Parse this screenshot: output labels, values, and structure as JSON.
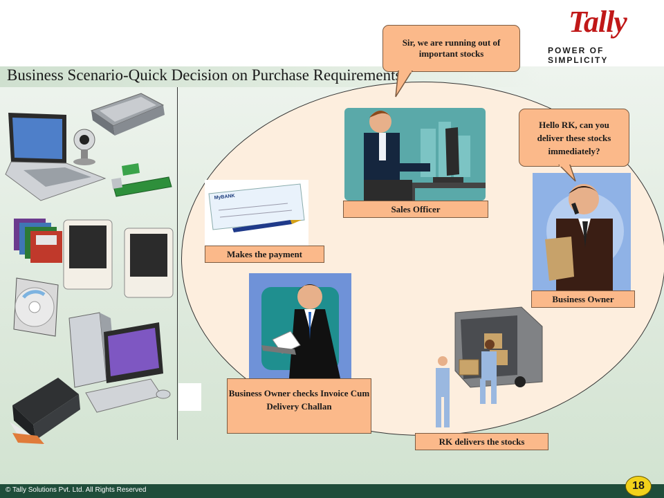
{
  "page": {
    "title": "Business Scenario-Quick Decision on Purchase Requirements",
    "page_number": "18"
  },
  "brand": {
    "logo_text": "Tally",
    "tagline": "POWER OF SIMPLICITY",
    "accent_color": "#c01818"
  },
  "footer": {
    "copyright": "© Tally Solutions Pvt. Ltd. All Rights Reserved"
  },
  "bubbles": {
    "sales_officer": "Sir, we are running out of important stocks",
    "business_owner": "Hello RK, can you deliver these stocks immediately?"
  },
  "labels": {
    "sales_officer": "Sales Officer",
    "business_owner": "Business Owner",
    "payment": "Makes the payment",
    "invoice_check": "Business Owner checks Invoice Cum Delivery Challan",
    "delivery": "RK delivers the stocks"
  },
  "cheque": {
    "bank_name": "MyBANK"
  },
  "colors": {
    "label_fill": "#fbb98a",
    "ellipse_fill": "#fdeede",
    "footer_bar": "#1f4d3a",
    "page_badge": "#f2d21b"
  }
}
